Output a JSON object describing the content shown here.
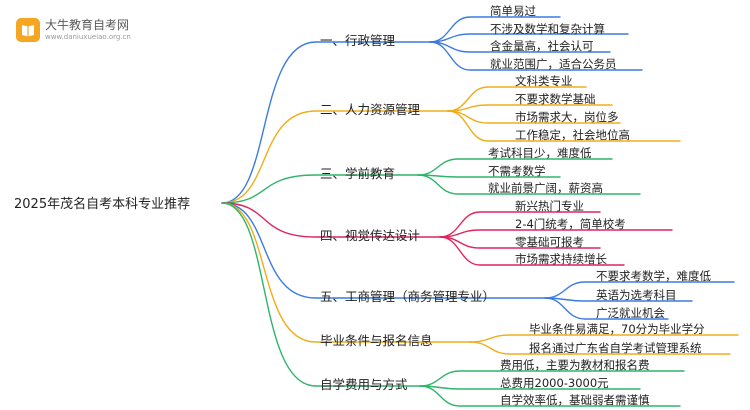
{
  "brand": {
    "name": "大牛教育自考网",
    "url": "www.daniuxueiao.org.cn"
  },
  "root": "2025年茂名自考本科专业推荐",
  "branches": [
    {
      "label": "一、行政管理",
      "color": "#3b7be0",
      "leaves": [
        "简单易过",
        "不涉及数学和复杂计算",
        "含金量高，社会认可",
        "就业范围广，适合公务员"
      ]
    },
    {
      "label": "二、人力资源管理",
      "color": "#f0ad1a",
      "leaves": [
        "文科类专业",
        "不要求数学基础",
        "市场需求大，岗位多",
        "工作稳定，社会地位高"
      ]
    },
    {
      "label": "三、学前教育",
      "color": "#2fb56a",
      "leaves": [
        "考试科目少，难度低",
        "不需考数学",
        "就业前景广阔，薪资高"
      ]
    },
    {
      "label": "四、视觉传达设计",
      "color": "#e0245e",
      "leaves": [
        "新兴热门专业",
        "2-4门统考，简单校考",
        "零基础可报考",
        "市场需求持续增长"
      ]
    },
    {
      "label": "五、工商管理（商务管理专业）",
      "color": "#3b7be0",
      "leaves": [
        "不要求考数学，难度低",
        "英语为选考科目",
        "广泛就业机会"
      ]
    },
    {
      "label": "毕业条件与报名信息",
      "color": "#f0ad1a",
      "leaves": [
        "毕业条件易满足，70分为毕业学分",
        "报名通过广东省自学考试管理系统"
      ]
    },
    {
      "label": "自学费用与方式",
      "color": "#2fb56a",
      "leaves": [
        "费用低，主要为教材和报名费",
        "总费用2000-3000元",
        "自学效率低，基础弱者需谨慎"
      ]
    }
  ]
}
